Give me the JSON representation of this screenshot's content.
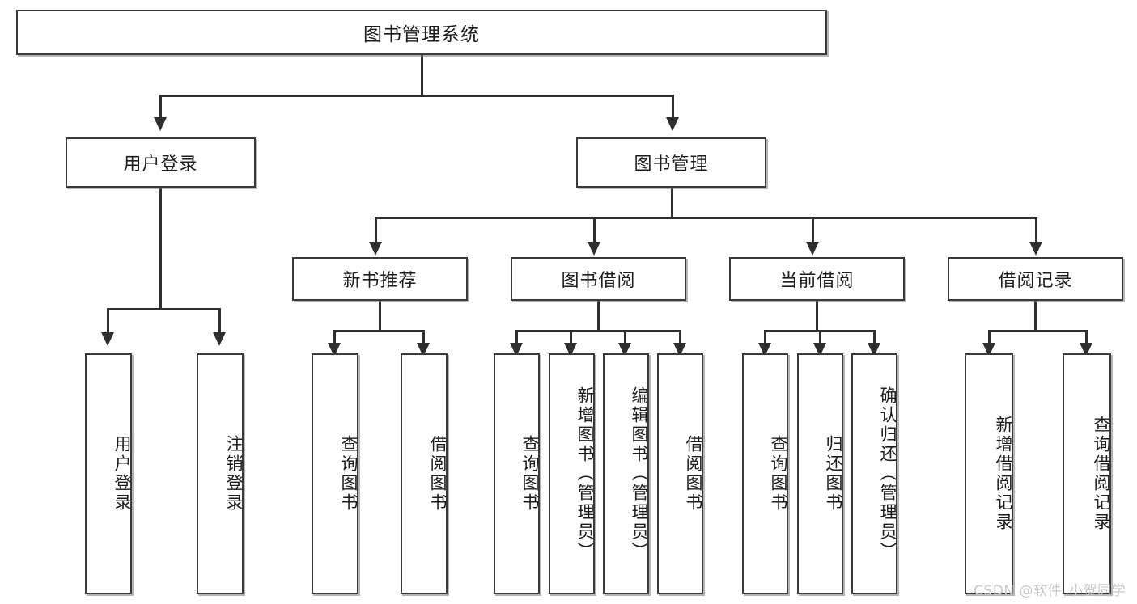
{
  "diagram": {
    "type": "tree",
    "title": "图书管理系统",
    "root": {
      "id": "root",
      "label": "图书管理系统",
      "orientation": "horizontal"
    },
    "level2": [
      {
        "id": "user-login",
        "label": "用户登录",
        "orientation": "horizontal"
      },
      {
        "id": "book-manage",
        "label": "图书管理",
        "orientation": "horizontal"
      }
    ],
    "level3": [
      {
        "id": "new-book-rec",
        "label": "新书推荐",
        "orientation": "horizontal",
        "parent": "book-manage"
      },
      {
        "id": "book-borrow",
        "label": "图书借阅",
        "orientation": "horizontal",
        "parent": "book-manage"
      },
      {
        "id": "current-borrow",
        "label": "当前借阅",
        "orientation": "horizontal",
        "parent": "book-manage"
      },
      {
        "id": "borrow-record",
        "label": "借阅记录",
        "orientation": "horizontal",
        "parent": "book-manage"
      }
    ],
    "leaves": [
      {
        "id": "leaf-user-login",
        "label": "用户登录",
        "orientation": "vertical",
        "parent": "user-login"
      },
      {
        "id": "leaf-logout",
        "label": "注销登录",
        "orientation": "vertical",
        "parent": "user-login"
      },
      {
        "id": "leaf-query-book-1",
        "label": "查询图书",
        "orientation": "vertical",
        "parent": "new-book-rec"
      },
      {
        "id": "leaf-borrow-book-1",
        "label": "借阅图书",
        "orientation": "vertical",
        "parent": "new-book-rec"
      },
      {
        "id": "leaf-query-book-2",
        "label": "查询图书",
        "orientation": "vertical",
        "parent": "book-borrow"
      },
      {
        "id": "leaf-add-book",
        "label": "新增图书（管理员）",
        "orientation": "vertical",
        "parent": "book-borrow"
      },
      {
        "id": "leaf-edit-book",
        "label": "编辑图书（管理员）",
        "orientation": "vertical",
        "parent": "book-borrow"
      },
      {
        "id": "leaf-borrow-book-2",
        "label": "借阅图书",
        "orientation": "vertical",
        "parent": "book-borrow"
      },
      {
        "id": "leaf-query-book-3",
        "label": "查询图书",
        "orientation": "vertical",
        "parent": "current-borrow"
      },
      {
        "id": "leaf-return-book",
        "label": "归还图书",
        "orientation": "vertical",
        "parent": "current-borrow"
      },
      {
        "id": "leaf-confirm-return",
        "label": "确认归还（管理员）",
        "orientation": "vertical",
        "parent": "current-borrow"
      },
      {
        "id": "leaf-add-record",
        "label": "新增借阅记录",
        "orientation": "vertical",
        "parent": "borrow-record"
      },
      {
        "id": "leaf-query-record",
        "label": "查询借阅记录",
        "orientation": "vertical",
        "parent": "borrow-record"
      }
    ],
    "colors": {
      "box_border": "#3a3a3a",
      "connector": "#2f2f2f",
      "background": "#ffffff",
      "text": "#1c1c1c",
      "watermark": "#c9c9c9"
    }
  },
  "watermark": {
    "text": "CSDN @软件_小贺同学"
  }
}
